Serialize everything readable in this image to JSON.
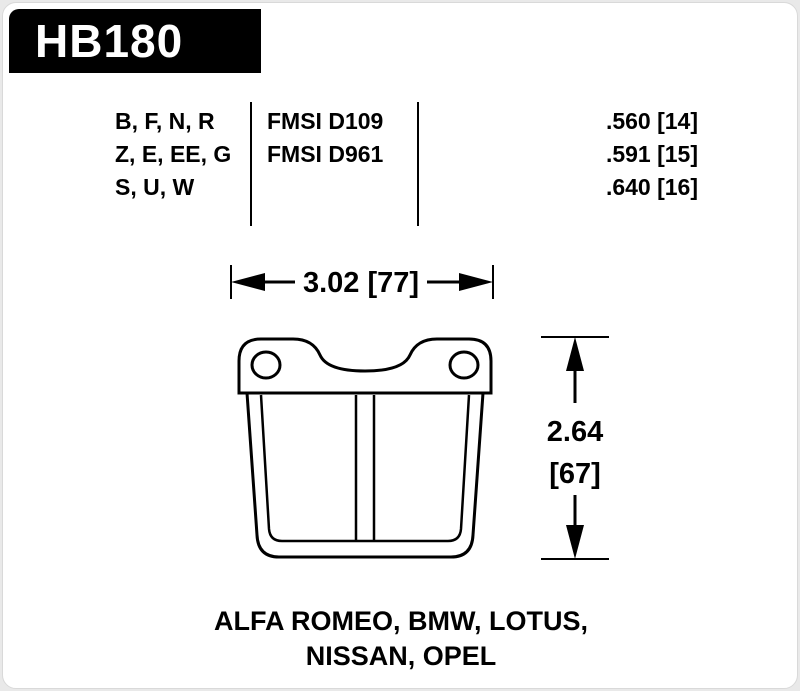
{
  "part_number": "HB180",
  "spec_table": {
    "compound_rows": [
      "B, F, N, R",
      "Z, E, EE, G",
      "S, U, W"
    ],
    "fmsi_rows": [
      "FMSI D109",
      "FMSI D961"
    ],
    "thickness_rows": [
      ".560 [14]",
      ".591 [15]",
      ".640 [16]"
    ]
  },
  "dimensions": {
    "width_label": "3.02 [77]",
    "height_value": "2.64",
    "height_bracket": "[67]"
  },
  "applications": {
    "line1": "ALFA ROMEO, BMW, LOTUS,",
    "line2": "NISSAN, OPEL"
  },
  "colors": {
    "header_bg": "#000000",
    "header_text": "#ffffff",
    "line_color": "#000000",
    "card_bg": "#ffffff"
  }
}
